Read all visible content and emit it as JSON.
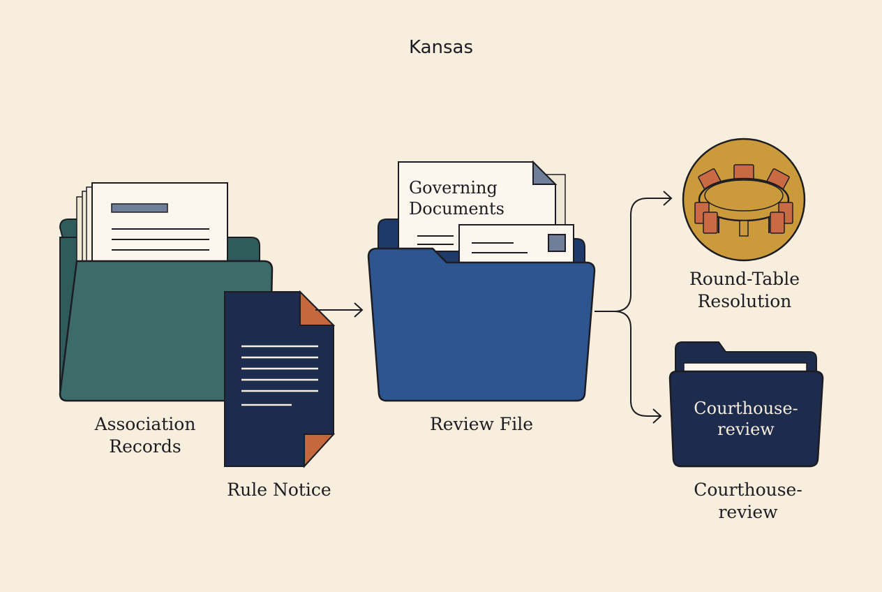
{
  "diagram": {
    "title": "Kansas",
    "association_records_label": "Association Records",
    "rule_notice_label": "Rule Notice",
    "review_file_label": "Review File",
    "governing_documents_text": "Governing Documents",
    "round_table_label": "Round-Table Resolution",
    "courthouse_folder_text": "Courthouse-review",
    "courthouse_label": "Courthouse-review"
  },
  "colors": {
    "background": "#f7eedd",
    "association_folder": "#3d6b6a",
    "review_folder": "#2d5590",
    "rule_notice_doc": "#1d2b4d",
    "courthouse_folder": "#1d2b4d",
    "accent_corner": "#c5683d",
    "round_table_circle": "#cb9a3b",
    "chairs": "#c96a45",
    "outline": "#1c1c22"
  },
  "icons": [
    "folder-icon",
    "document-icon",
    "round-table-icon",
    "arrow-icon"
  ]
}
